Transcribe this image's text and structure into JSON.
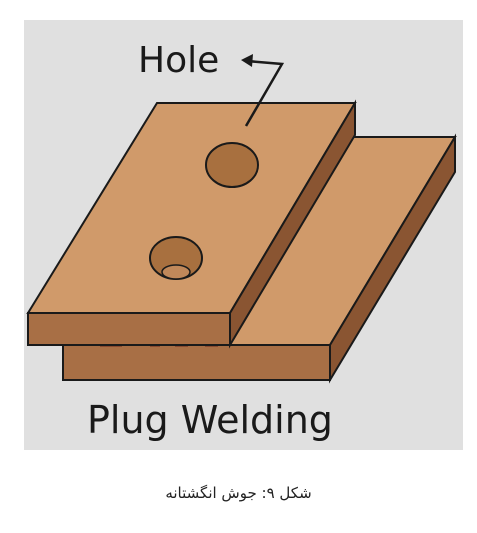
{
  "figure": {
    "hole_label": "Hole",
    "title": "Plug Welding",
    "colors": {
      "panel_background": "#e0e0e0",
      "plate_top": "#d09a6a",
      "plate_side": "#a86f45",
      "plate_edge_dark": "#8a5532",
      "hole_fill": "#a8703f",
      "outline": "#1a1a1a",
      "weld_mark": "#6b2a1a"
    }
  },
  "caption": {
    "text": "شکل ۹: جوش انگشتانه"
  }
}
